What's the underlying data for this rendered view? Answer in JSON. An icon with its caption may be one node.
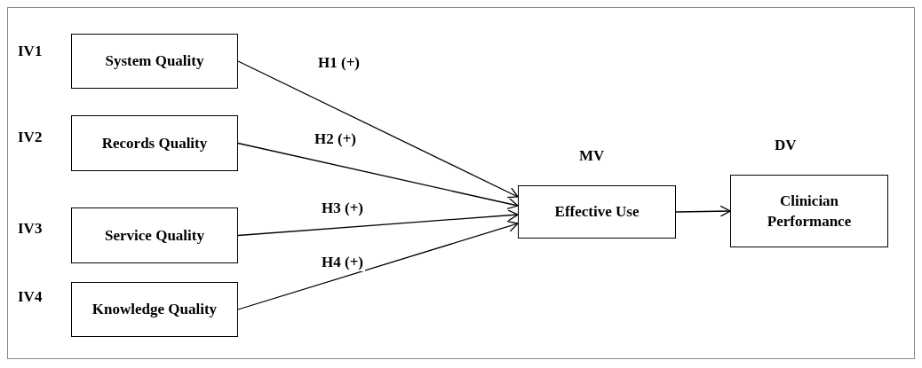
{
  "diagram": {
    "nodes": [
      {
        "text": [
          "System Quality"
        ],
        "beside": [
          "IV1"
        ]
      },
      {
        "text": [
          "Records Quality"
        ],
        "beside": [
          "IV2"
        ]
      },
      {
        "text": [
          "Service Quality"
        ],
        "beside": [
          "IV3"
        ]
      },
      {
        "text": [
          "Knowledge Quality"
        ],
        "beside": [
          "IV4"
        ]
      },
      {
        "text": [
          "Effective Use"
        ],
        "beside": [
          "MV"
        ]
      },
      {
        "text": [
          "Clinician Performance"
        ],
        "beside": [
          "DV"
        ]
      }
    ],
    "edges": [
      {
        "from": 0,
        "to": 4,
        "arrow": "to",
        "label": "H1 (+)"
      },
      {
        "from": 1,
        "to": 4,
        "arrow": "to",
        "label": "H2 (+)"
      },
      {
        "from": 2,
        "to": 4,
        "arrow": "to",
        "label": "H3 (+)"
      },
      {
        "from": 3,
        "to": 4,
        "arrow": "to",
        "label": "H4 (+)"
      },
      {
        "from": 4,
        "to": 5,
        "arrow": "to"
      }
    ]
  }
}
